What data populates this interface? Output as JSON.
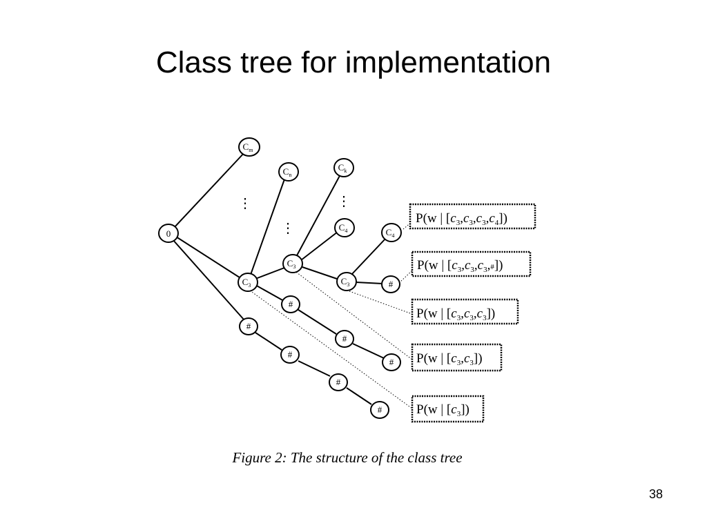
{
  "slide": {
    "title": "Class tree for implementation",
    "number": "38"
  },
  "figure": {
    "caption": "Figure 2: The structure of the class tree",
    "nodes": {
      "root": "0",
      "cm": {
        "base": "C",
        "sub": "m"
      },
      "cn": {
        "base": "C",
        "sub": "n"
      },
      "ck": {
        "base": "C",
        "sub": "k"
      },
      "c3_level1": {
        "base": "C",
        "sub": "3"
      },
      "c3_level2": {
        "base": "C",
        "sub": "3"
      },
      "c3_level3": {
        "base": "C",
        "sub": "3"
      },
      "c4_level3": {
        "base": "C",
        "sub": "4"
      },
      "c4_level4": {
        "base": "C",
        "sub": "4"
      },
      "hash": "#",
      "ellipsis": "⋮"
    },
    "probabilities": [
      {
        "prefix": "P(w | [",
        "classes": [
          "3",
          "3",
          "3",
          "4"
        ],
        "suffix": "])"
      },
      {
        "prefix": "P(w | [",
        "classes": [
          "3",
          "3",
          "3",
          "#"
        ],
        "suffix": "])"
      },
      {
        "prefix": "P(w | [",
        "classes": [
          "3",
          "3",
          "3"
        ],
        "suffix": "])"
      },
      {
        "prefix": "P(w | [",
        "classes": [
          "3",
          "3"
        ],
        "suffix": "])"
      },
      {
        "prefix": "P(w | [",
        "classes": [
          "3"
        ],
        "suffix": "])"
      }
    ]
  }
}
